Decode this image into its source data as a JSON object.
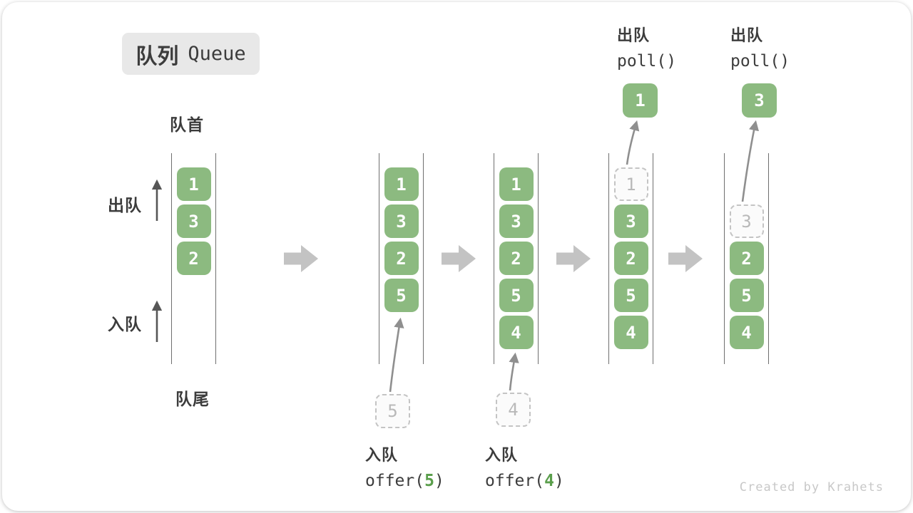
{
  "title": {
    "zh": "队列",
    "en": "Queue"
  },
  "side_labels": {
    "front": "队首",
    "rear": "队尾",
    "dequeue": "出队",
    "enqueue": "入队"
  },
  "ops": {
    "enqueue_zh": "入队",
    "dequeue_zh": "出队",
    "poll": "poll()",
    "offer5": {
      "prefix": "offer(",
      "arg": "5",
      "suffix": ")"
    },
    "offer4": {
      "prefix": "offer(",
      "arg": "4",
      "suffix": ")"
    }
  },
  "queues": [
    {
      "slots": [
        {
          "row": 0,
          "value": "1",
          "type": "solid"
        },
        {
          "row": 1,
          "value": "3",
          "type": "solid"
        },
        {
          "row": 2,
          "value": "2",
          "type": "solid"
        }
      ]
    },
    {
      "incoming": "5",
      "slots": [
        {
          "row": 0,
          "value": "1",
          "type": "solid"
        },
        {
          "row": 1,
          "value": "3",
          "type": "solid"
        },
        {
          "row": 2,
          "value": "2",
          "type": "solid"
        },
        {
          "row": 3,
          "value": "5",
          "type": "solid"
        }
      ]
    },
    {
      "incoming": "4",
      "slots": [
        {
          "row": 0,
          "value": "1",
          "type": "solid"
        },
        {
          "row": 1,
          "value": "3",
          "type": "solid"
        },
        {
          "row": 2,
          "value": "2",
          "type": "solid"
        },
        {
          "row": 3,
          "value": "5",
          "type": "solid"
        },
        {
          "row": 4,
          "value": "4",
          "type": "solid"
        }
      ]
    },
    {
      "outgoing": "1",
      "slots": [
        {
          "row": 0,
          "value": "1",
          "type": "dashed"
        },
        {
          "row": 1,
          "value": "3",
          "type": "solid"
        },
        {
          "row": 2,
          "value": "2",
          "type": "solid"
        },
        {
          "row": 3,
          "value": "5",
          "type": "solid"
        },
        {
          "row": 4,
          "value": "4",
          "type": "solid"
        }
      ]
    },
    {
      "outgoing": "3",
      "slots": [
        {
          "row": 1,
          "value": "3",
          "type": "dashed"
        },
        {
          "row": 2,
          "value": "2",
          "type": "solid"
        },
        {
          "row": 3,
          "value": "5",
          "type": "solid"
        },
        {
          "row": 4,
          "value": "4",
          "type": "solid"
        }
      ]
    }
  ],
  "watermark": "Created by Krahets",
  "colors": {
    "box_green": "#8cba80",
    "accent_green": "#5a9e4b",
    "ink": "#3c3c3c",
    "wall": "#6f6f6f",
    "dashed": "#c4c4c4",
    "block_arrow": "#c3c3c3",
    "curve_arrow": "#8f8f8f",
    "title_bg": "#e8e8e8",
    "watermark": "#c8c8c8"
  }
}
